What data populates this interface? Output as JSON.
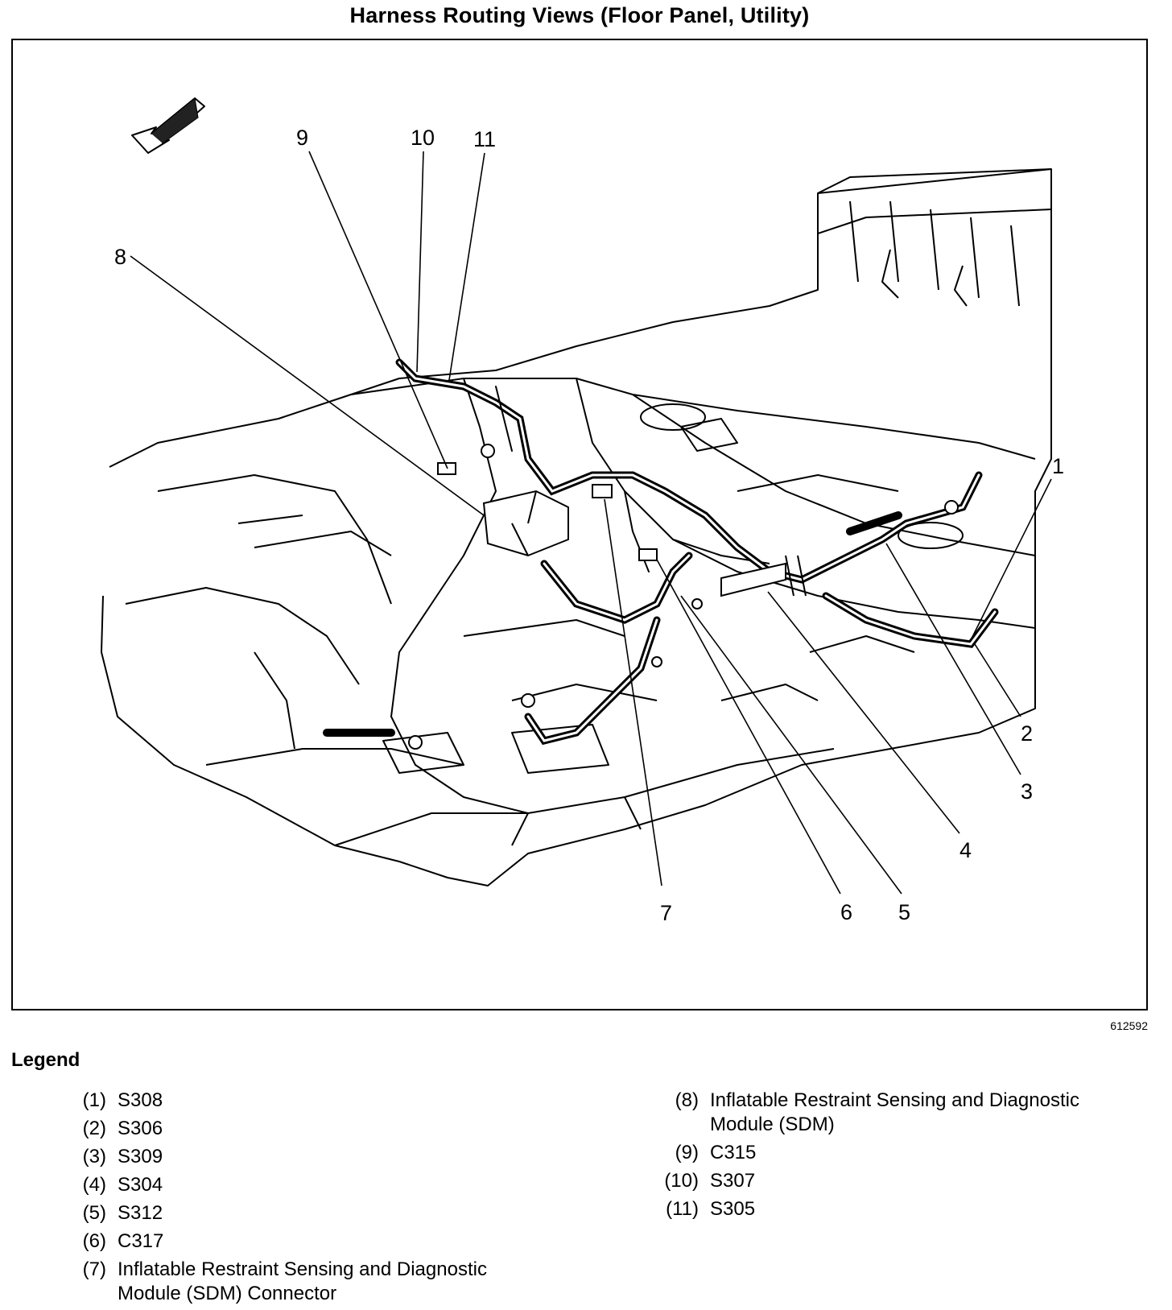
{
  "title": "Harness Routing Views (Floor Panel, Utility)",
  "figure_id": "612592",
  "legend_heading": "Legend",
  "callouts": [
    "1",
    "2",
    "3",
    "4",
    "5",
    "6",
    "7",
    "8",
    "9",
    "10",
    "11"
  ],
  "legend": [
    {
      "num": "(1)",
      "desc": "S308"
    },
    {
      "num": "(2)",
      "desc": "S306"
    },
    {
      "num": "(3)",
      "desc": "S309"
    },
    {
      "num": "(4)",
      "desc": "S304"
    },
    {
      "num": "(5)",
      "desc": "S312"
    },
    {
      "num": "(6)",
      "desc": "C317"
    },
    {
      "num": "(7)",
      "desc": "Inflatable Restraint Sensing and Diagnostic Module (SDM) Connector"
    },
    {
      "num": "(8)",
      "desc": "Inflatable Restraint Sensing and Diagnostic Module (SDM)"
    },
    {
      "num": "(9)",
      "desc": "C315"
    },
    {
      "num": "(10)",
      "desc": "S307"
    },
    {
      "num": "(11)",
      "desc": "S305"
    }
  ]
}
